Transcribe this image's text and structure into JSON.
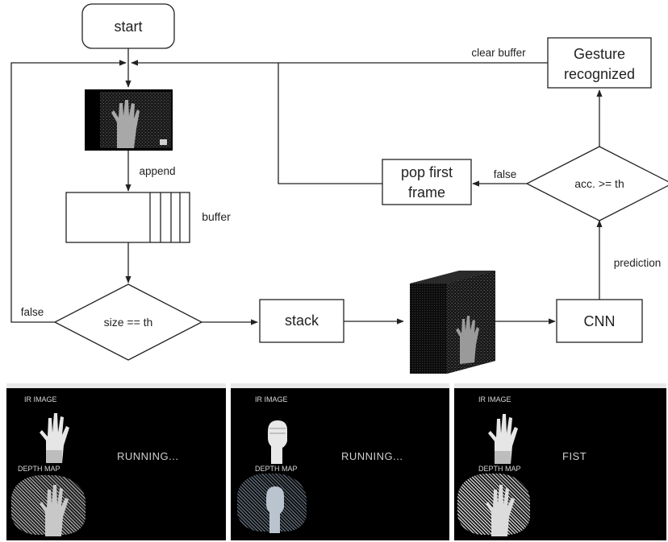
{
  "diagram": {
    "nodes": {
      "start": "start",
      "gesture_line1": "Gesture",
      "gesture_line2": "recognized",
      "pop_line1": "pop first",
      "pop_line2": "frame",
      "accuracy_check": "acc. >= th",
      "size_check": "size == th",
      "stack": "stack",
      "cnn": "CNN"
    },
    "edge_labels": {
      "clear_buffer": "clear buffer",
      "append": "append",
      "buffer": "buffer",
      "false_pop": "false",
      "false_size": "false",
      "prediction": "prediction"
    }
  },
  "screenshots": [
    {
      "ir_label": "IR IMAGE",
      "depth_label": "DEPTH MAP",
      "status": "RUNNING...",
      "gesture": "open-hand"
    },
    {
      "ir_label": "IR IMAGE",
      "depth_label": "DEPTH MAP",
      "status": "RUNNING...",
      "gesture": "fist-hand"
    },
    {
      "ir_label": "IR IMAGE",
      "depth_label": "DEPTH MAP",
      "status": "FIST",
      "gesture": "open-hand"
    }
  ],
  "colors": {
    "line": "#222222",
    "screen_bg": "#000000",
    "text": "#d8d8d8"
  }
}
